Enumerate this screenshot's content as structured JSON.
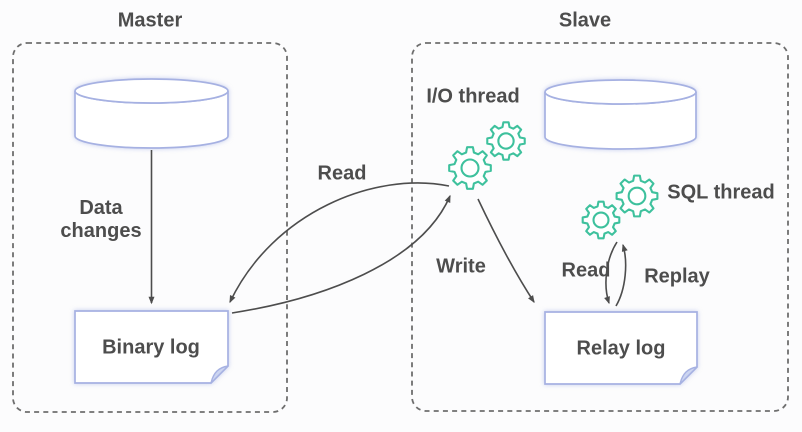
{
  "master": {
    "title": "Master",
    "database_icon": "database-cylinder",
    "data_changes_label": "Data changes",
    "binary_log_label": "Binary log"
  },
  "slave": {
    "title": "Slave",
    "database_icon": "database-cylinder",
    "io_thread_label": "I/O thread",
    "sql_thread_label": "SQL thread",
    "gears_icon": "gear-cogs",
    "relay_log_label": "Relay log"
  },
  "flows": {
    "read_binlog_label": "Read",
    "write_relay_label": "Write",
    "read_relay_label": "Read",
    "replay_label": "Replay"
  },
  "colors": {
    "accent_green": "#3ec19d",
    "shape_blue": "#a6b1e2",
    "fold_blue": "#ccd5f1",
    "text": "#4d4d4d",
    "dash_gray": "#6e6e6e",
    "arrow": "#4d4d4d",
    "background": "#fcfcfd"
  }
}
